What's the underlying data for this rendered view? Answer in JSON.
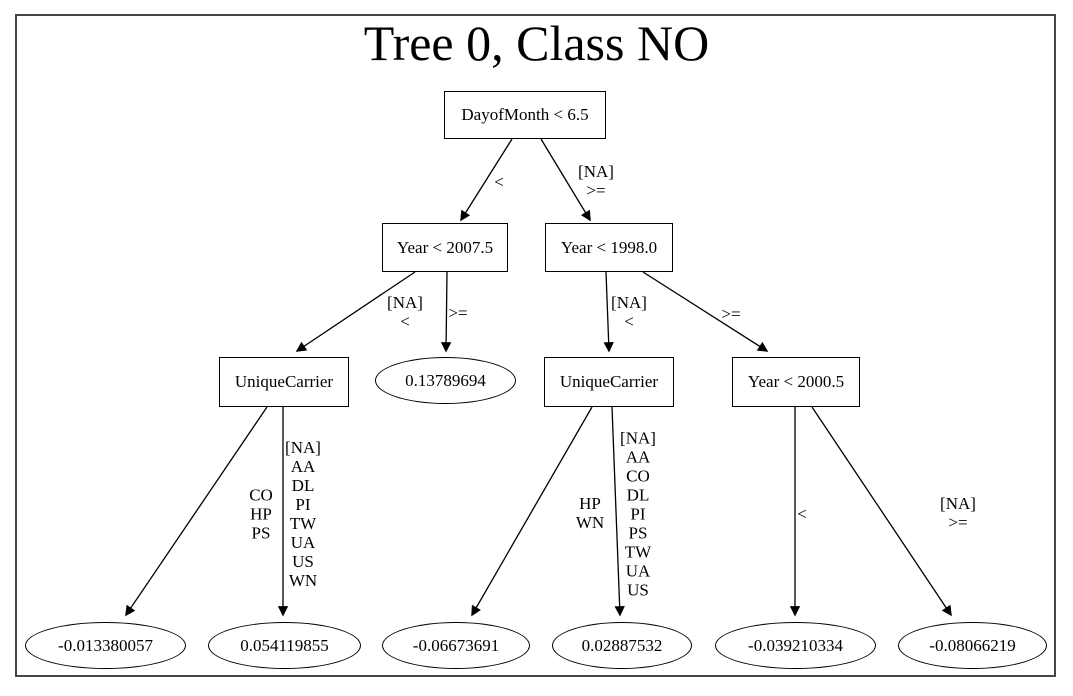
{
  "title": "Tree 0, Class NO",
  "nodes": {
    "root": {
      "label": "DayofMonth < 6.5",
      "type": "decision"
    },
    "l": {
      "label": "Year < 2007.5",
      "type": "decision"
    },
    "r": {
      "label": "Year < 1998.0",
      "type": "decision"
    },
    "ll": {
      "label": "UniqueCarrier",
      "type": "decision"
    },
    "lr": {
      "label": "0.13789694",
      "type": "leaf"
    },
    "rl": {
      "label": "UniqueCarrier",
      "type": "decision"
    },
    "rr": {
      "label": "Year < 2000.5",
      "type": "decision"
    },
    "lll": {
      "label": "-0.013380057",
      "type": "leaf"
    },
    "llr": {
      "label": "0.054119855",
      "type": "leaf"
    },
    "rll": {
      "label": "-0.06673691",
      "type": "leaf"
    },
    "rlr": {
      "label": "0.02887532",
      "type": "leaf"
    },
    "rrl": {
      "label": "-0.039210334",
      "type": "leaf"
    },
    "rrr": {
      "label": "-0.08066219",
      "type": "leaf"
    }
  },
  "edges": {
    "root_l": {
      "from": "root",
      "to": "l",
      "label": "<"
    },
    "root_r": {
      "from": "root",
      "to": "r",
      "label": "[NA]\n>="
    },
    "l_ll": {
      "from": "l",
      "to": "ll",
      "label": "[NA]\n<"
    },
    "l_lr": {
      "from": "l",
      "to": "lr",
      "label": ">="
    },
    "r_rl": {
      "from": "r",
      "to": "rl",
      "label": "[NA]\n<"
    },
    "r_rr": {
      "from": "r",
      "to": "rr",
      "label": ">="
    },
    "ll_lll": {
      "from": "ll",
      "to": "lll",
      "label": "CO\nHP\nPS"
    },
    "ll_llr": {
      "from": "ll",
      "to": "llr",
      "label": "[NA]\nAA\nDL\nPI\nTW\nUA\nUS\nWN"
    },
    "rl_rll": {
      "from": "rl",
      "to": "rll",
      "label": "HP\nWN"
    },
    "rl_rlr": {
      "from": "rl",
      "to": "rlr",
      "label": "[NA]\nAA\nCO\nDL\nPI\nPS\nTW\nUA\nUS"
    },
    "rr_rrl": {
      "from": "rr",
      "to": "rrl",
      "label": "<"
    },
    "rr_rrr": {
      "from": "rr",
      "to": "rrr",
      "label": "[NA]\n>="
    }
  },
  "colors": {
    "frame_border": "#454545",
    "node_stroke": "#000000",
    "edge_stroke": "#000000",
    "background": "#ffffff"
  }
}
